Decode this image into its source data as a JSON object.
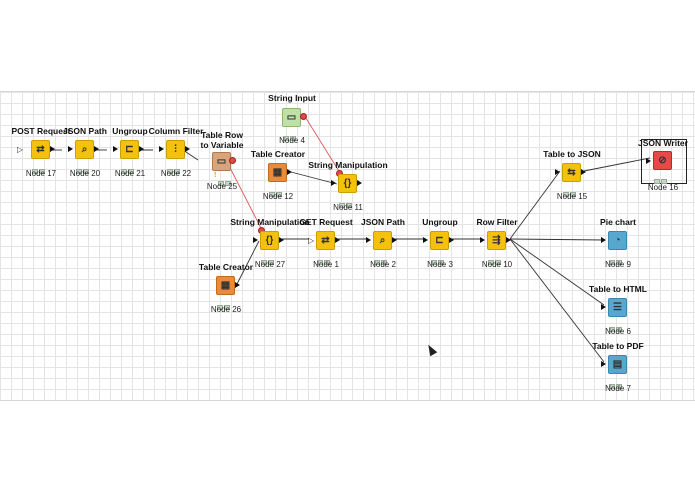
{
  "workflow": {
    "nodes": [
      {
        "id": "n17",
        "title": "POST Request",
        "label": "Node 17",
        "color": "yellow",
        "glyph": "⇄"
      },
      {
        "id": "n20",
        "title": "JSON Path",
        "label": "Node 20",
        "color": "yellow",
        "glyph": "⌕"
      },
      {
        "id": "n21",
        "title": "Ungroup",
        "label": "Node 21",
        "color": "yellow",
        "glyph": "⊏"
      },
      {
        "id": "n22",
        "title": "Column Filter",
        "label": "Node 22",
        "color": "yellow",
        "glyph": "⫶"
      },
      {
        "id": "n25",
        "title": "Table Row\nto Variable",
        "label": "Node 25",
        "color": "tan",
        "glyph": "▭"
      },
      {
        "id": "n4",
        "title": "String Input",
        "label": "Node 4",
        "color": "green",
        "glyph": "▭"
      },
      {
        "id": "n12",
        "title": "Table Creator",
        "label": "Node 12",
        "color": "orange",
        "glyph": "▦"
      },
      {
        "id": "n11",
        "title": "String Manipulation",
        "label": "Node 11",
        "color": "yellow",
        "glyph": "{}"
      },
      {
        "id": "n27",
        "title": "String Manipulation",
        "label": "Node 27",
        "color": "yellow",
        "glyph": "{}"
      },
      {
        "id": "n1",
        "title": "GET Request",
        "label": "Node 1",
        "color": "yellow",
        "glyph": "⇄"
      },
      {
        "id": "n2",
        "title": "JSON Path",
        "label": "Node 2",
        "color": "yellow",
        "glyph": "⌕"
      },
      {
        "id": "n3",
        "title": "Ungroup",
        "label": "Node 3",
        "color": "yellow",
        "glyph": "⊏"
      },
      {
        "id": "n10",
        "title": "Row Filter",
        "label": "Node 10",
        "color": "yellow",
        "glyph": "⇶"
      },
      {
        "id": "n26",
        "title": "Table Creator",
        "label": "Node 26",
        "color": "orange",
        "glyph": "▦"
      },
      {
        "id": "n15",
        "title": "Table to JSON",
        "label": "Node 15",
        "color": "yellow",
        "glyph": "⇆"
      },
      {
        "id": "n16",
        "title": "JSON Writer",
        "label": "Node 16",
        "color": "red",
        "glyph": "⊘"
      },
      {
        "id": "n9",
        "title": "Pie chart",
        "label": "Node 9",
        "color": "blue",
        "glyph": "◔"
      },
      {
        "id": "n6",
        "title": "Table to HTML",
        "label": "Node 6",
        "color": "blue",
        "glyph": "☰"
      },
      {
        "id": "n7",
        "title": "Table to PDF",
        "label": "Node 7",
        "color": "blue",
        "glyph": "▤"
      }
    ]
  }
}
